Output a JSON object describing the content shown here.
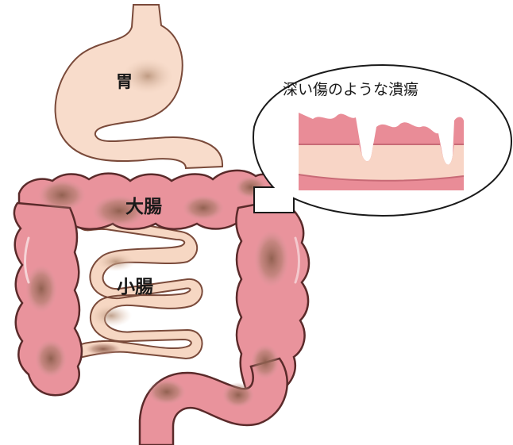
{
  "labels": {
    "stomach": "胃",
    "large_intestine": "大腸",
    "small_intestine": "小腸"
  },
  "callout": {
    "title": "深い傷のような潰瘍"
  },
  "colors": {
    "stomach_fill": "#f8dccb",
    "stomach_stroke": "#7a4a3a",
    "small_intestine_fill": "#f6d7c3",
    "large_intestine_fill": "#e9939c",
    "large_intestine_stroke": "#5a2a2a",
    "inflammation": "#9a6b5a",
    "ulcer_pink": "#e98c97",
    "ulcer_tissue": "#f8d5c6"
  }
}
